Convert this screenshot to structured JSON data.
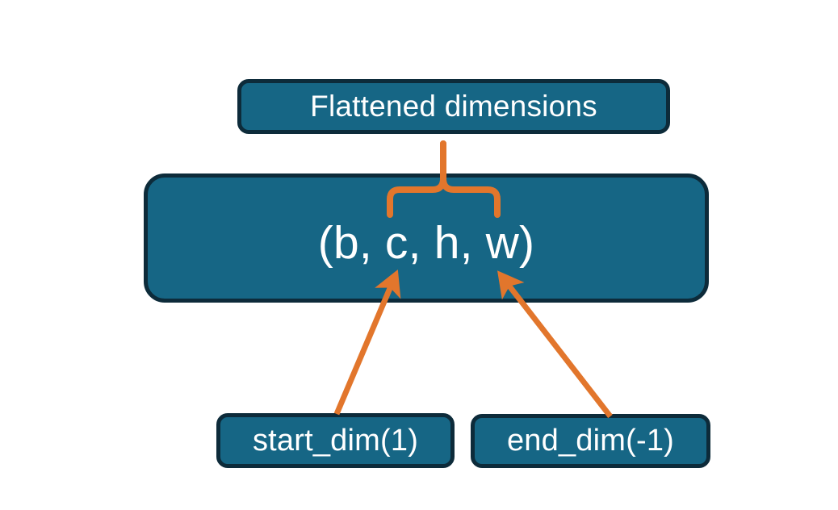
{
  "diagram": {
    "title": "Flatten operation dimensions diagram",
    "background_color": "#ffffff",
    "node_fill_color": "#166685",
    "node_border_color": "#0d2b3a",
    "node_text_color": "#ffffff",
    "connector_color": "#e2762c"
  },
  "nodes": {
    "flattened": {
      "label": "Flattened dimensions",
      "role": "annotation-label-top"
    },
    "shape": {
      "label": "(b, c, h, w)",
      "role": "tensor-shape",
      "dims": [
        "b",
        "c",
        "h",
        "w"
      ]
    },
    "start_dim": {
      "label": "start_dim(1)",
      "role": "argument",
      "value": 1
    },
    "end_dim": {
      "label": "end_dim(-1)",
      "role": "argument",
      "value": -1
    }
  },
  "connectors": [
    {
      "name": "brace-flattened-span",
      "type": "curly-brace",
      "color": "#e2762c",
      "from": "flattened",
      "to": "shape",
      "spans_dims": [
        "c",
        "h",
        "w"
      ]
    },
    {
      "name": "arrow-start-dim",
      "type": "arrow",
      "color": "#e2762c",
      "from": "start_dim",
      "to": "shape",
      "points_at_dim": "c"
    },
    {
      "name": "arrow-end-dim",
      "type": "arrow",
      "color": "#e2762c",
      "from": "end_dim",
      "to": "shape",
      "points_at_dim": "w"
    }
  ]
}
